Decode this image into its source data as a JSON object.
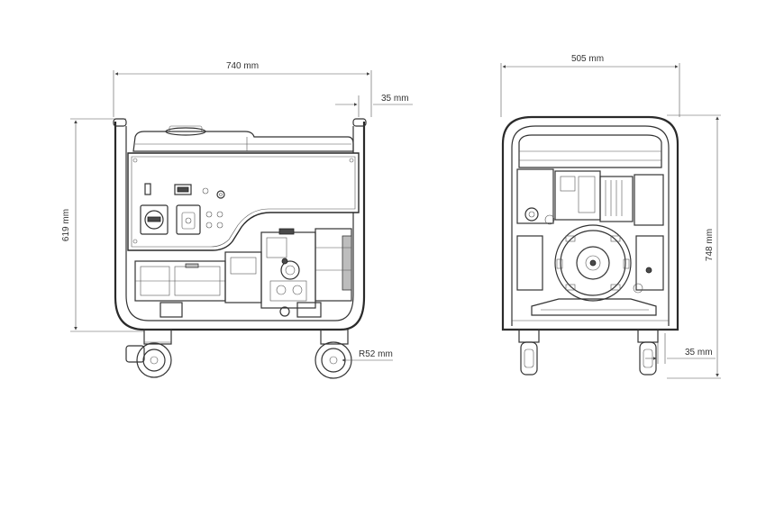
{
  "front_view": {
    "width_label": "740 mm",
    "offset_label": "35 mm",
    "height_label": "619 mm",
    "wheel_radius_label": "R52 mm"
  },
  "side_view": {
    "width_label": "505 mm",
    "height_label": "748 mm",
    "offset_label": "35 mm"
  }
}
